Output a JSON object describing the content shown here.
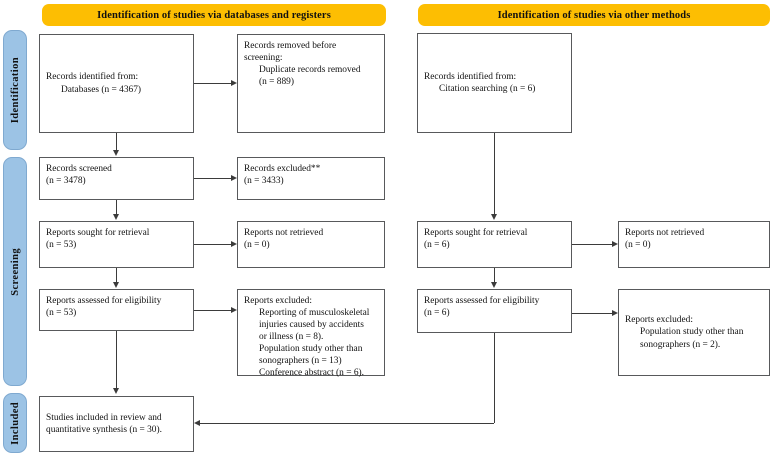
{
  "headers": {
    "left": "Identification of studies via databases and registers",
    "right": "Identification of studies via other methods"
  },
  "stages": {
    "identification": "Identification",
    "screening": "Screening",
    "included": "Included"
  },
  "colors": {
    "header_yellow": "#FDBE02",
    "stage_blue": "#9CC3E5",
    "box_border": "#58595B",
    "connector": "#3B3B3B"
  },
  "nodes": {
    "db_identified": {
      "line1": "Records identified from:",
      "line2": "Databases (n = 4367)"
    },
    "db_removed": {
      "line1": "Records removed before",
      "line2": "screening:",
      "line3": "Duplicate records removed",
      "line4": "(n = 889)"
    },
    "records_screened": {
      "line1": "Records screened",
      "line2": "(n = 3478)"
    },
    "records_excluded": {
      "line1": "Records excluded**",
      "line2": "(n = 3433)"
    },
    "reports_sought": {
      "line1": "Reports sought for retrieval",
      "line2": "(n = 53)"
    },
    "reports_not_retrieved": {
      "line1": "Reports not retrieved",
      "line2": "(n = 0)"
    },
    "reports_assessed": {
      "line1": "Reports assessed for eligibility",
      "line2": "(n = 53)"
    },
    "reports_excluded": {
      "line1": "Reports excluded:",
      "line2": "Reporting of musculoskeletal",
      "line3": "injuries caused by accidents",
      "line4": "or illness (n = 8).",
      "line5": "Population study other than",
      "line6": "sonographers (n = 13)",
      "line7": "Conference abstract (n = 6)."
    },
    "studies_included": {
      "line1": "Studies included in review and",
      "line2": "quantitative synthesis (n = 30)."
    },
    "other_identified": {
      "line1": "Records identified from:",
      "line2": "Citation searching (n = 6)"
    },
    "other_reports_sought": {
      "line1": "Reports sought for retrieval",
      "line2": "(n = 6)"
    },
    "other_reports_not_retrieved": {
      "line1": "Reports not retrieved",
      "line2": "(n = 0)"
    },
    "other_reports_assessed": {
      "line1": "Reports assessed for eligibility",
      "line2": "(n = 6)"
    },
    "other_reports_excluded": {
      "line1": "Reports excluded:",
      "line2": "Population study other than",
      "line3": "sonographers (n = 2)."
    }
  }
}
